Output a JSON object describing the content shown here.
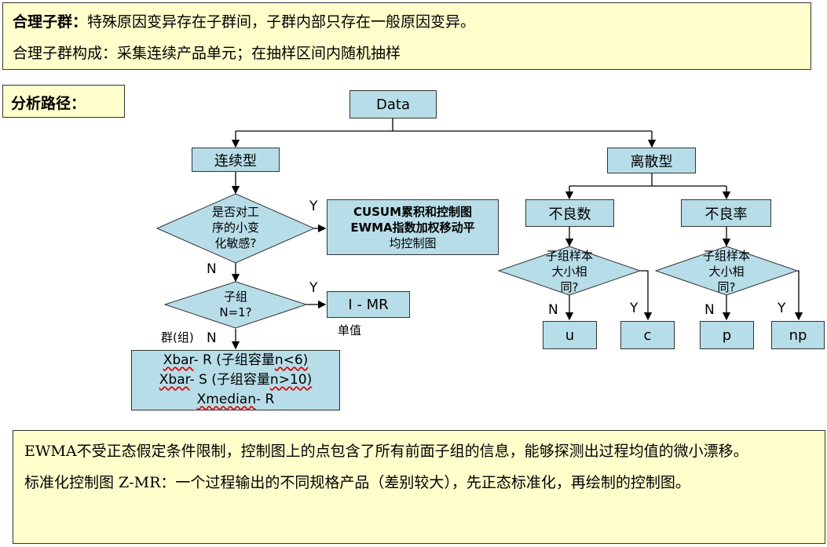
{
  "top_note": {
    "term1": "合理子群：",
    "def1": "特殊原因变异存在子群间，子群内部只存在一般原因变异。",
    "line2": "合理子群构成：采集连续产品单元；在抽样区间内随机抽样"
  },
  "path_label": "分析路径：",
  "flow": {
    "data": "Data",
    "continuous": "连续型",
    "discrete": "离散型",
    "sensitive_q": [
      "是否对工",
      "序的小变",
      "化敏感?"
    ],
    "cusum_ewma": [
      "CUSUM累积和控制图",
      "EWMA指数加权移动平",
      "均控制图"
    ],
    "subgroup_q": [
      "子组",
      "N=1?"
    ],
    "imr": "I - MR",
    "single_value": "单值",
    "group": "群(组)",
    "xbar_box": {
      "l1_a": "Xbar",
      "l1_b": "- R (子组容量",
      "l1_c": "n<6)",
      "l2_a": "Xbar",
      "l2_b": "- S (子组容量",
      "l2_c": "n>10)",
      "l3_a": "Xmedian",
      "l3_b": "- R"
    },
    "defects": "不良数",
    "defect_rate": "不良率",
    "size_q": [
      "子组样本",
      "大小相",
      "同?"
    ],
    "u": "u",
    "c": "c",
    "p": "p",
    "np": "np",
    "yes": "Y",
    "no": "N"
  },
  "bottom_note": {
    "p1": "EWMA不受正态假定条件限制，控制图上的点包含了所有前面子组的信息，能够探测出过程均值的微小漂移。",
    "p2": "标准化控制图 Z-MR：一个过程输出的不同规格产品（差别较大），先正态标准化，再绘制的控制图。"
  },
  "colors": {
    "box_fill": "#b7dde8",
    "note_fill": "#ffffcc"
  }
}
